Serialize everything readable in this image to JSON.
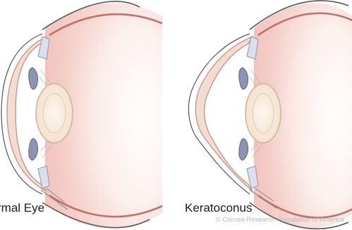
{
  "diagrams": {
    "normal": {
      "label": "rmal Eye"
    },
    "keratoconus": {
      "label": "Keratoconus"
    }
  },
  "credit": "© Cornea Research Foundation of America",
  "colors": {
    "cornea_fill": "#f2ddd3",
    "cornea_stroke": "#c99686",
    "sclera_stroke": "#565656",
    "inner_stroke": "#c27069",
    "iris_fill": "#8c94b2",
    "iris_stroke": "#5e6788",
    "lens_fill": "#f8edde",
    "lens_stroke": "#c8b69c",
    "background": "#ffffff"
  }
}
